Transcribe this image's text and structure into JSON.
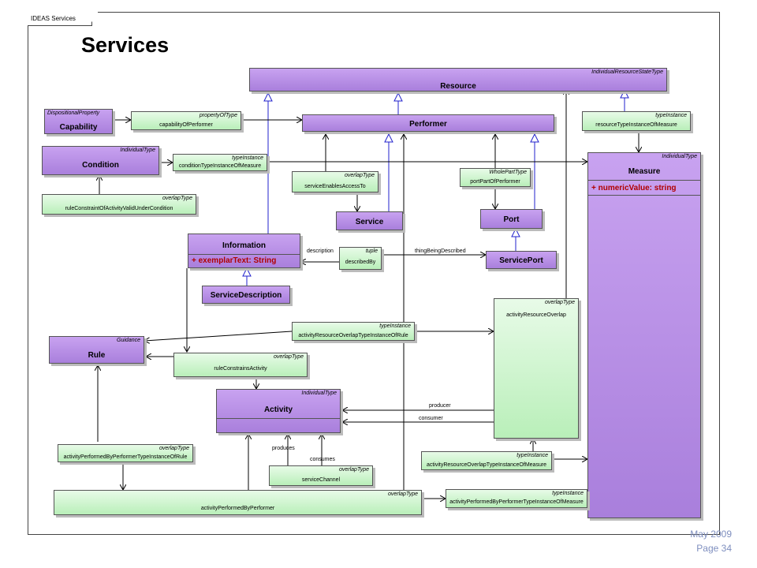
{
  "tab": "IDEAS Services",
  "title": "Services",
  "footer": {
    "date": "May 2009",
    "page": "Page 34"
  },
  "boxes": {
    "resource": {
      "stereo": "IndividualResourceStateType",
      "name": "Resource"
    },
    "capability": {
      "stereo": "DispositionalProperty",
      "name": "Capability"
    },
    "propertyOfType": {
      "stereo": "propertyOfType",
      "name": "capabilityOfPerformer"
    },
    "performer": {
      "name": "Performer"
    },
    "resourceTI": {
      "stereo": "typeInstance",
      "name": "resourceTypeInstanceOfMeasure"
    },
    "condition": {
      "stereo": "IndividualType",
      "name": "Condition"
    },
    "conditionTI": {
      "stereo": "typeInstance",
      "name": "conditionTypeInstanceOfMeasure"
    },
    "measure": {
      "stereo": "IndividualType",
      "name": "Measure",
      "attr": "+ numericValue: string"
    },
    "serviceEnables": {
      "stereo": "overlapType",
      "name": "serviceEnablesAccessTo"
    },
    "portPart": {
      "stereo": "WholePartType",
      "name": "portPartOfPerformer"
    },
    "ruleConstraintCond": {
      "stereo": "overlapType",
      "name": "ruleConstraintOfActivityValidUnderCondition"
    },
    "service": {
      "name": "Service"
    },
    "port": {
      "name": "Port"
    },
    "information": {
      "name": "Information",
      "attr": "+ exemplarText: String"
    },
    "describedBy": {
      "stereo": "tuple",
      "name": "describedBy"
    },
    "servicePort": {
      "name": "ServicePort"
    },
    "serviceDescription": {
      "name": "ServiceDescription"
    },
    "activityResourceOverlap": {
      "stereo": "overlapType",
      "name": "activityResourceOverlap"
    },
    "activityResourceTI": {
      "stereo": "typeInstance",
      "name": "activityResourceOverlapTypeInstanceOfRule"
    },
    "rule": {
      "stereo": "Guidance",
      "name": "Rule"
    },
    "ruleConstrains": {
      "stereo": "overlapType",
      "name": "ruleConstrainsActivity"
    },
    "activity": {
      "stereo": "IndividualType",
      "name": "Activity"
    },
    "activityPerfRule": {
      "stereo": "overlapType",
      "name": "activityPerformedByPerformerTypeInstanceOfRule"
    },
    "activityResMeasure": {
      "stereo": "typeInstance",
      "name": "activityResourceOverlapTypeInstanceOfMeasure"
    },
    "serviceChannel": {
      "stereo": "overlapType",
      "name": "serviceChannel"
    },
    "activityPerf": {
      "stereo": "overlapType",
      "name": "activityPerformedByPerformer"
    },
    "activityPerfMeasure": {
      "stereo": "typeInstance",
      "name": "activityPerformedByPerformerTypeInstanceOfMeasure"
    }
  },
  "labels": {
    "description": "description",
    "thingBeingDescribed": "thingBeingDescribed",
    "producer": "producer",
    "consumer": "consumer",
    "produces": "produces",
    "consumes": "consumes"
  }
}
